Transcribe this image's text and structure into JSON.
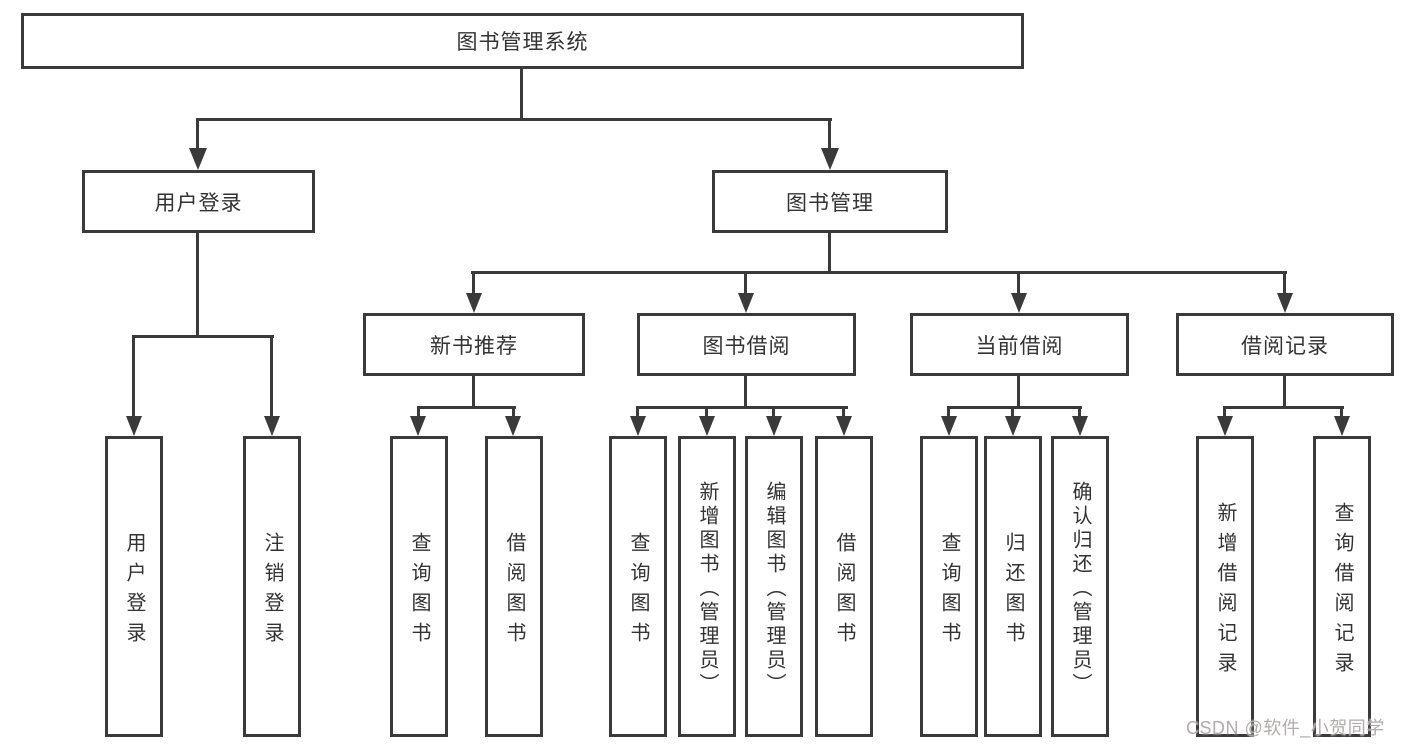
{
  "diagram": {
    "type": "hierarchy-flowchart",
    "colors": {
      "line": "#3a3a3a",
      "border": "#3a3a3a",
      "text": "#333333",
      "background": "#ffffff",
      "watermark": "#b1abab"
    },
    "root": {
      "label": "图书管理系统"
    },
    "level2": [
      {
        "label": "用户登录"
      },
      {
        "label": "图书管理"
      }
    ],
    "level3": [
      {
        "label": "新书推荐",
        "parent": "图书管理"
      },
      {
        "label": "图书借阅",
        "parent": "图书管理"
      },
      {
        "label": "当前借阅",
        "parent": "图书管理"
      },
      {
        "label": "借阅记录",
        "parent": "图书管理"
      }
    ],
    "leaves": [
      {
        "label": "用户登录",
        "parent": "用户登录"
      },
      {
        "label": "注销登录",
        "parent": "用户登录"
      },
      {
        "label": "查询图书",
        "parent": "新书推荐"
      },
      {
        "label": "借阅图书",
        "parent": "新书推荐"
      },
      {
        "label": "查询图书",
        "parent": "图书借阅"
      },
      {
        "label": "新增图书（管理员）",
        "parent": "图书借阅"
      },
      {
        "label": "编辑图书（管理员）",
        "parent": "图书借阅"
      },
      {
        "label": "借阅图书",
        "parent": "图书借阅"
      },
      {
        "label": "查询图书",
        "parent": "当前借阅"
      },
      {
        "label": "归还图书",
        "parent": "当前借阅"
      },
      {
        "label": "确认归还（管理员）",
        "parent": "当前借阅"
      },
      {
        "label": "新增借阅记录",
        "parent": "借阅记录"
      },
      {
        "label": "查询借阅记录",
        "parent": "借阅记录"
      }
    ],
    "watermark": "CSDN @软件_小贺同学"
  }
}
